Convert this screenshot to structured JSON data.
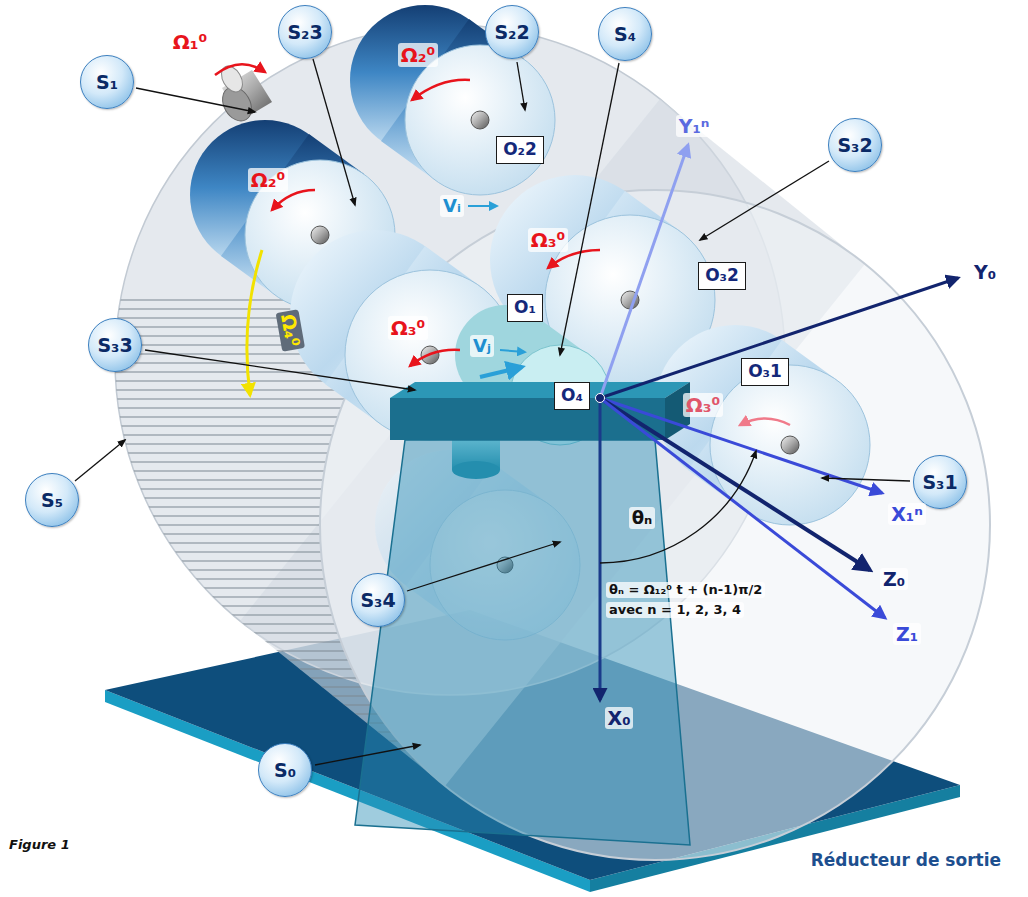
{
  "diagram": {
    "nodes": [
      {
        "text": [
          "S₁"
        ]
      },
      {
        "text": [
          "S₂3"
        ]
      },
      {
        "text": [
          "S₂2"
        ]
      },
      {
        "text": [
          "S₄"
        ]
      },
      {
        "text": [
          "S₃2"
        ]
      },
      {
        "text": [
          "O₂2"
        ]
      },
      {
        "text": [
          "S₃3"
        ]
      },
      {
        "text": [
          "O₁"
        ]
      },
      {
        "text": [
          "O₃2"
        ]
      },
      {
        "text": [
          "O₃1"
        ]
      },
      {
        "text": [
          "S₃1"
        ]
      },
      {
        "text": [
          "S₅"
        ]
      },
      {
        "text": [
          "O₄"
        ]
      },
      {
        "text": [
          "S₃4"
        ]
      },
      {
        "text": [
          "S₀"
        ]
      }
    ],
    "labels": [
      "Ω₁⁰",
      "Ω₂⁰",
      "Ω₂⁰",
      "Vᵢ",
      "Ω₃⁰",
      "Ω₃⁰",
      "Y₁ⁿ",
      "Vⱼ",
      "Ω₃⁰",
      "Y₀",
      "Ω₄⁰",
      "X₁ⁿ",
      "θₙ",
      "θₙ = Ω₁₂⁰ t + (n-1)π/2",
      "avec n = 1, 2, 3, 4",
      "Z₀",
      "Z₁",
      "X₀",
      "Figure 1",
      "Réducteur de sortie"
    ]
  }
}
